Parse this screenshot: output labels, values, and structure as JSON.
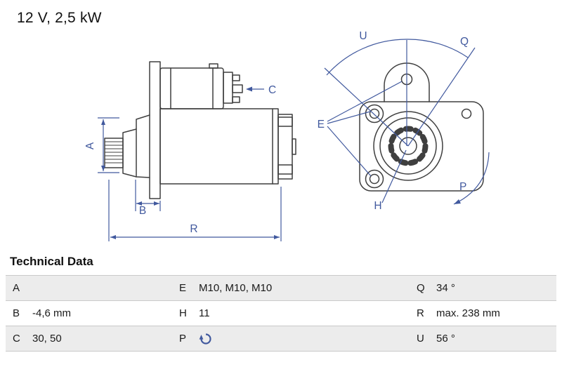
{
  "header": {
    "title": "12 V, 2,5 kW"
  },
  "colors": {
    "annotation_blue": "#41599e",
    "drawing_ink": "#3f3f3f",
    "row_shade": "#ececec"
  },
  "diagram": {
    "labels": {
      "A": "A",
      "B": "B",
      "C": "C",
      "R": "R",
      "U": "U",
      "Q": "Q",
      "E": "E",
      "H": "H",
      "P": "P"
    }
  },
  "tech": {
    "heading": "Technical Data",
    "rows": [
      {
        "cells": [
          {
            "k": "A",
            "v": ""
          },
          {
            "k": "E",
            "v": "M10, M10, M10"
          },
          {
            "k": "Q",
            "v": "34 °"
          }
        ]
      },
      {
        "cells": [
          {
            "k": "B",
            "v": "-4,6 mm"
          },
          {
            "k": "H",
            "v": "11"
          },
          {
            "k": "R",
            "v": "max. 238 mm"
          }
        ]
      },
      {
        "cells": [
          {
            "k": "C",
            "v": "30, 50"
          },
          {
            "k": "P",
            "v": "",
            "icon": "rotation-direction"
          },
          {
            "k": "U",
            "v": "56 °"
          }
        ]
      }
    ]
  }
}
